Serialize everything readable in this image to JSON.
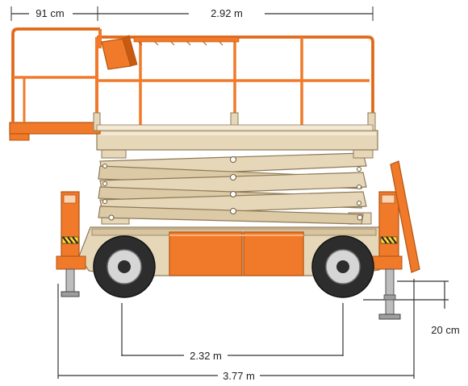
{
  "dimensions": {
    "extension_deck": "91 cm",
    "platform_length": "2.92 m",
    "wheelbase": "2.32 m",
    "overall_length": "3.77 m",
    "ground_clearance": "20 cm"
  },
  "colors": {
    "orange": "#f07a2a",
    "orange_dark": "#c85a12",
    "beige": "#e7d7b9",
    "beige_dark": "#b9a27a",
    "tire": "#2d2d2d",
    "rim": "#d6d6d6",
    "steel": "#bdbdbd"
  }
}
